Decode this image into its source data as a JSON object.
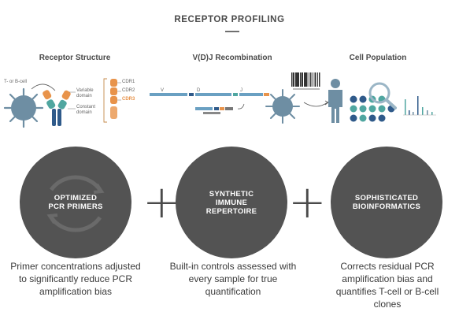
{
  "header": {
    "title": "RECEPTOR PROFILING"
  },
  "sections": {
    "structure": {
      "label": "Receptor Structure",
      "cell_label": "T- or B-cell",
      "variable_domain": "Variable domain",
      "constant_domain": "Constant domain",
      "cdr1": "CDR1",
      "cdr2": "CDR2",
      "cdr3": "CDR3"
    },
    "recombination": {
      "label": "V(D)J Recombination",
      "seg_v": "V",
      "seg_d": "D",
      "seg_j": "J"
    },
    "population": {
      "label": "Cell Population"
    }
  },
  "circles": [
    {
      "label": "OPTIMIZED\nPCR PRIMERS",
      "caption": "Primer concentrations adjusted to significantly reduce PCR amplification bias"
    },
    {
      "label": "SYNTHETIC\nIMMUNE\nREPERTOIRE",
      "caption": "Built-in controls assessed with every sample for true quantification"
    },
    {
      "label": "SOPHISTICATED\nBIOINFORMATICS",
      "caption": "Corrects residual PCR amplification bias and quantifies T-cell or B-cell clones"
    }
  ],
  "operators": {
    "plus": "+"
  },
  "colors": {
    "circle_fill": "#535353",
    "cell_blue": "#6e8ea3",
    "accent_orange": "#e8934a",
    "teal": "#4fa6a0",
    "navy": "#2f5a8a"
  }
}
